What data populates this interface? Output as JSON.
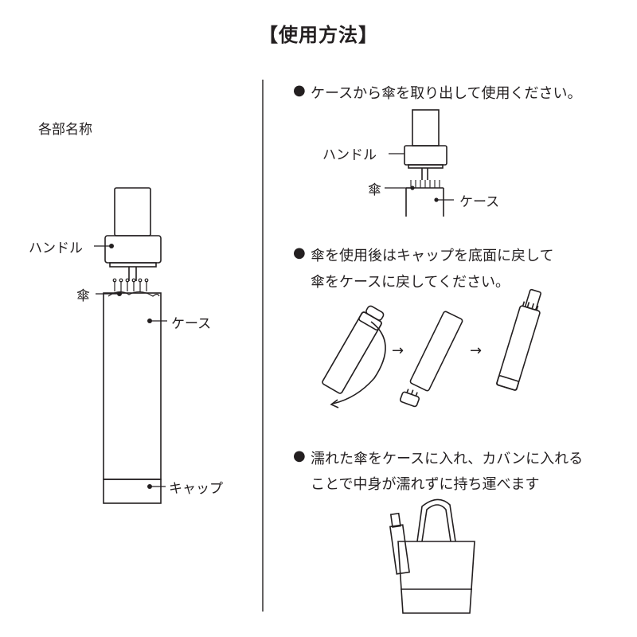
{
  "title": "【使用方法】",
  "parts": {
    "heading": "各部名称",
    "handle": "ハンドル",
    "umbrella": "傘",
    "case": "ケース",
    "cap": "キャップ"
  },
  "steps": [
    {
      "bullet": "●",
      "lines": [
        "ケースから傘を取り出して使用ください。"
      ],
      "labels": {
        "handle": "ハンドル",
        "umbrella": "傘",
        "case": "ケース"
      }
    },
    {
      "bullet": "●",
      "lines": [
        "傘を使用後はキャップを底面に戻して",
        "傘をケースに戻してください。"
      ],
      "arrows": [
        "→",
        "→"
      ]
    },
    {
      "bullet": "●",
      "lines": [
        "濡れた傘をケースに入れ、カバンに入れる",
        "ことで中身が濡れずに持ち運べます"
      ]
    }
  ]
}
